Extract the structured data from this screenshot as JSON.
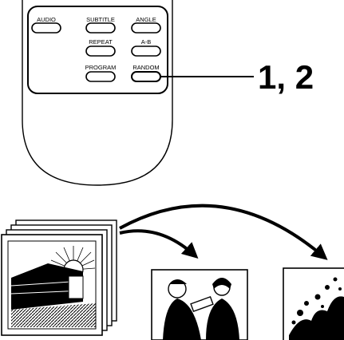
{
  "remote": {
    "buttons": [
      {
        "id": "audio",
        "label": "AUDIO"
      },
      {
        "id": "subtitle",
        "label": "SUBTITLE"
      },
      {
        "id": "angle",
        "label": "ANGLE"
      },
      {
        "id": "repeat",
        "label": "REPEAT"
      },
      {
        "id": "ab",
        "label": "A-B"
      },
      {
        "id": "program",
        "label": "PROGRAM"
      },
      {
        "id": "random",
        "label": "RANDOM"
      }
    ],
    "highlighted_button": "random"
  },
  "callout": {
    "text": "1, 2"
  },
  "illustration": {
    "source_stack": "stacked-photo-cards",
    "targets": [
      "photo-people",
      "photo-splash"
    ],
    "arrow_color": "#000000"
  }
}
